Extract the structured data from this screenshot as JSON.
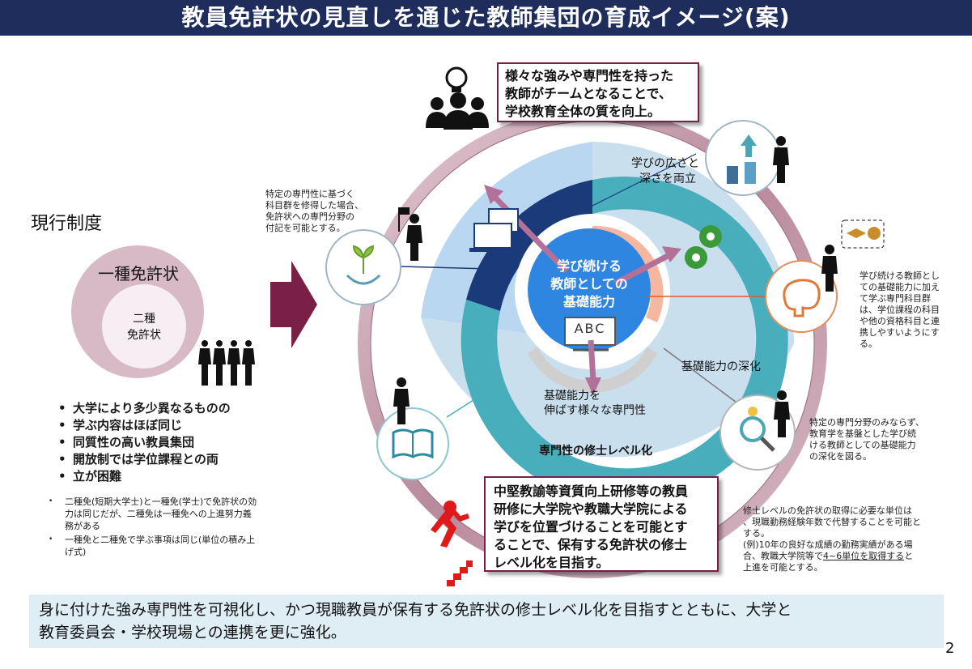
{
  "header": {
    "title": "教員免許状の見直しを通じた教師集団の育成イメージ(案)"
  },
  "current_system": {
    "label": "現行制度",
    "outer_circle": "一種免許状",
    "inner_circle_line1": "二種",
    "inner_circle_line2": "免許状",
    "bullets": [
      "大学により多少異なるものの",
      "学ぶ内容はほぼ同じ",
      "同質性の高い教員集団",
      "開放制では学位課程との両",
      "立が困難"
    ],
    "notes": [
      "二種免(短期大学士)と一種免(学士)で免許状の効力は同じだが、二種免は一種免への上進努力義務がある",
      "一種免と二種免で学ぶ事項は同じ(単位の積み上げ式)"
    ]
  },
  "diagram": {
    "center_line1": "学び続ける",
    "center_line2": "教師としての",
    "center_line3": "基礎能力",
    "board_text": "ABC",
    "label_breadth_1": "学びの広さと",
    "label_breadth_2": "深さを両立",
    "label_deepen": "基礎能力の深化",
    "label_extend_1": "基礎能力を",
    "label_extend_2": "伸ばす様々な専門性",
    "label_master": "専門性の修士レベル化"
  },
  "callouts": {
    "top_line1": "様々な強みや専門性を持った",
    "top_line2": "教師がチームとなることで、",
    "top_line3": "学校教育全体の質を向上。",
    "bottom_line1": "中堅教諭等資質向上研修等の教員",
    "bottom_line2": "研修に大学院や教職大学院による",
    "bottom_line3": "学びを位置づけることを可能とす",
    "bottom_line4": "ることで、保有する免許状の修士",
    "bottom_line5": "レベル化を目指す。"
  },
  "notes": {
    "left_line1": "特定の専門性に基づく",
    "left_line2": "科目群を修得した場合、",
    "left_line3": "免許状への専門分野の",
    "left_line4": "付記を可能とする。",
    "right1_lines": [
      "学び続ける教師とし",
      "ての基礎能力に加え",
      "て学ぶ専門科目群",
      "は、学位課程の科目",
      "や他の資格科目と連",
      "携しやすいようにす",
      "る。"
    ],
    "right2_lines": [
      "特定の専門分野のみならず、",
      "教育学を基盤とした学び続",
      "ける教師としての基礎能力",
      "の深化を図る。"
    ],
    "bottom_right_line1": "修士レベルの免許状の取得に必要な単位は",
    "bottom_right_line2": "、現職勤務経験年数で代替することを可能と",
    "bottom_right_line3": "する。",
    "bottom_right_line4": "(例)10年の良好な成績の勤務実績がある場",
    "bottom_right_line5_pre": "合、教職大学院等で",
    "bottom_right_line5_u": "4~6単位を取得する",
    "bottom_right_line5_post": "と",
    "bottom_right_line6": "上進を可能とする。"
  },
  "banner": {
    "line1": "身に付けた強み専門性を可視化し、かつ現職教員が保有する免許状の修士レベル化を目指すとともに、大学と",
    "line2": "教育委員会・学校現場との連携を更に強化。"
  },
  "page_number": "2",
  "colors": {
    "title_bg": "#1f2d5c",
    "ring": "#c9a1b0",
    "center": "#2f86e0",
    "teal": "#48aebc",
    "navy": "#1b3a7a",
    "maroon": "#7a1f45",
    "light_blue": "#b9d7f0",
    "banner_bg": "#dfeef5"
  }
}
